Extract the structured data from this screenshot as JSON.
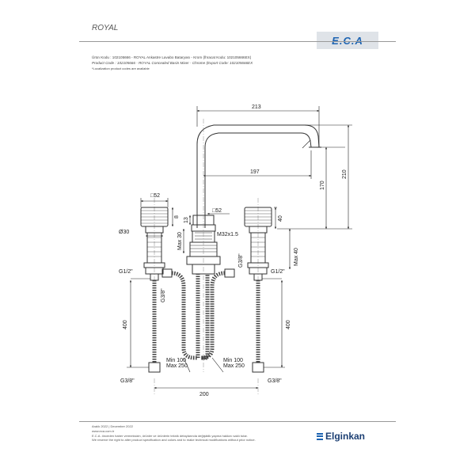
{
  "header": {
    "title": "ROYAL",
    "logo_text": "E.C.A"
  },
  "info": {
    "line1": "Ürün Kodu   : 102105666 - ROYAL Ankastre Lavabo Bataryası - Krom (İhracat Kodu: 102105666EX)",
    "line2": "Product Code : 102105666 - ROYAL Concealed Basin Mixer - Chrome (Export Code: 102105666EX",
    "line3": "*Localization product codes are available"
  },
  "dimensions": {
    "d213": "213",
    "d197": "197",
    "d170": "170",
    "d210": "210",
    "d52a": "52",
    "d52b": "52",
    "d8": "8",
    "d13": "13",
    "d30": "30",
    "max30": "Max 30",
    "d40": "40",
    "max40": "Max 40",
    "m32": "M32x1.5",
    "g38_center": "G3/8\"",
    "g12_left": "G1/2\"",
    "g12_right": "G1/2\"",
    "g38_left_side": "G3/8\"",
    "d400_left": "400",
    "d400_right": "400",
    "min100_left": "Min 100",
    "max250_left": "Max 250",
    "min100_right": "Min 100",
    "max250_right": "Max 250",
    "g38_bottom_left": "G3/8\"",
    "g38_bottom_right": "G3/8\"",
    "d200": "200"
  },
  "footer": {
    "date": "Aralık 2022 | December 2022",
    "website": "www.eca.com.tr",
    "note_tr": "E.C.A. önceden haber vermeksizin, ürünler ve ürünlerin teknik detaylarında değişiklik yapma hakkını saklı tutar.",
    "note_en": "We reserve the right to alter product specification and colors and to make technical modifications without prior notice."
  },
  "brand": {
    "name": "Elginkan",
    "color": "#1c63b2"
  }
}
